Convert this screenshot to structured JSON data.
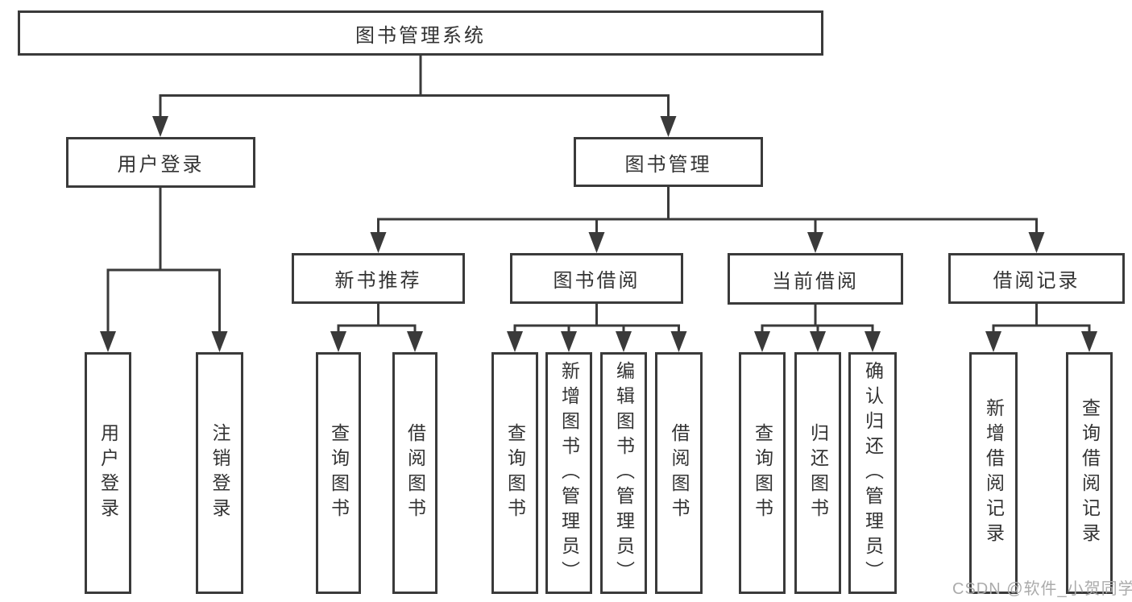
{
  "diagram_title": "图书管理系统",
  "colors": {
    "line": "#3a3a3a",
    "text": "#333333",
    "box-bg": "#ffffff",
    "watermark": "#ababab"
  },
  "nodes": {
    "root": {
      "label": "图书管理系统"
    },
    "user_login": {
      "label": "用户登录"
    },
    "book_mgmt": {
      "label": "图书管理"
    },
    "new_books": {
      "label": "新书推荐"
    },
    "book_borrow": {
      "label": "图书借阅"
    },
    "current_borrow": {
      "label": "当前借阅"
    },
    "borrow_records": {
      "label": "借阅记录"
    },
    "leaf_user_login": {
      "label": "用户登录"
    },
    "leaf_logout": {
      "label": "注销登录"
    },
    "leaf_nb_query": {
      "label": "查询图书"
    },
    "leaf_nb_borrow": {
      "label": "借阅图书"
    },
    "leaf_bb_query": {
      "label": "查询图书"
    },
    "leaf_bb_add": {
      "label": "新增图书（管理员）"
    },
    "leaf_bb_edit": {
      "label": "编辑图书（管理员）"
    },
    "leaf_bb_borrow": {
      "label": "借阅图书"
    },
    "leaf_cb_query": {
      "label": "查询图书"
    },
    "leaf_cb_return": {
      "label": "归还图书"
    },
    "leaf_cb_confirm": {
      "label": "确认归还（管理员）"
    },
    "leaf_br_add": {
      "label": "新增借阅记录"
    },
    "leaf_br_query": {
      "label": "查询借阅记录"
    }
  },
  "watermark": {
    "text": "CSDN @软件_小贺同学"
  }
}
